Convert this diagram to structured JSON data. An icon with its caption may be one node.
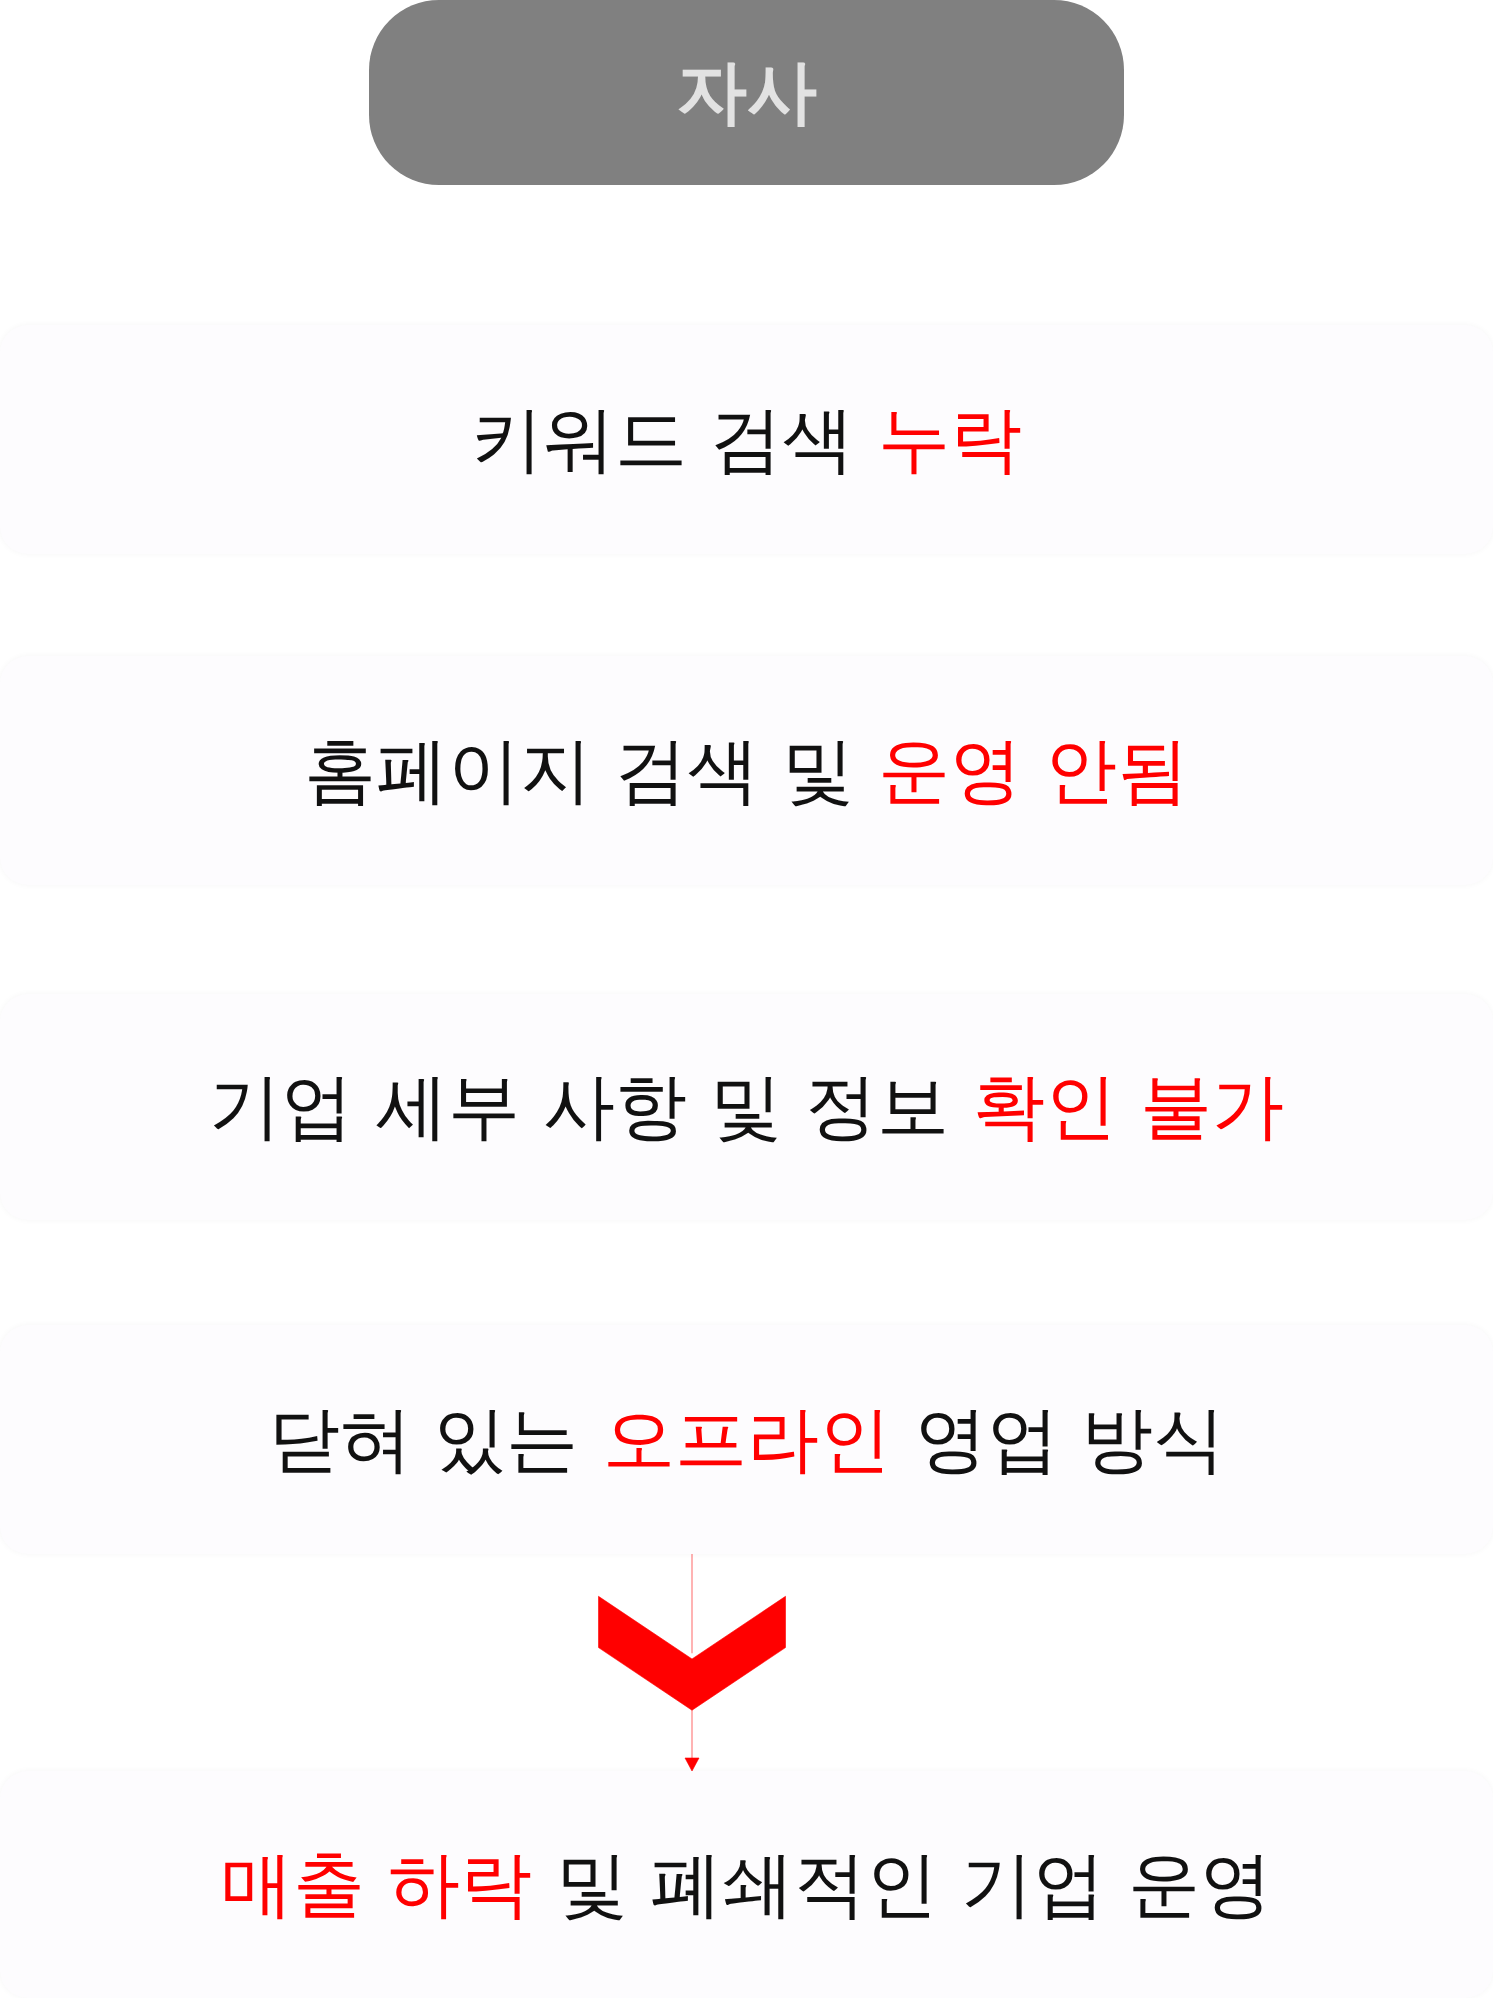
{
  "diagram": {
    "nodes": [
      {
        "text": [
          "자사"
        ]
      },
      {
        "text": [
          "키워드 검색",
          "누락"
        ]
      },
      {
        "text": [
          "홈페이지 검색 및",
          "운영 안됨"
        ]
      },
      {
        "text": [
          "기업 세부 사항 및 정보",
          "확인 불가"
        ]
      },
      {
        "text": [
          "닫혀 있는",
          "오프라인",
          "영업 방식"
        ]
      },
      {
        "text": [
          "매출 하락",
          "및 폐쇄적인 기업 운영"
        ]
      }
    ],
    "edges": [
      {
        "from": 4,
        "to": 5,
        "arrow": "to"
      }
    ]
  }
}
